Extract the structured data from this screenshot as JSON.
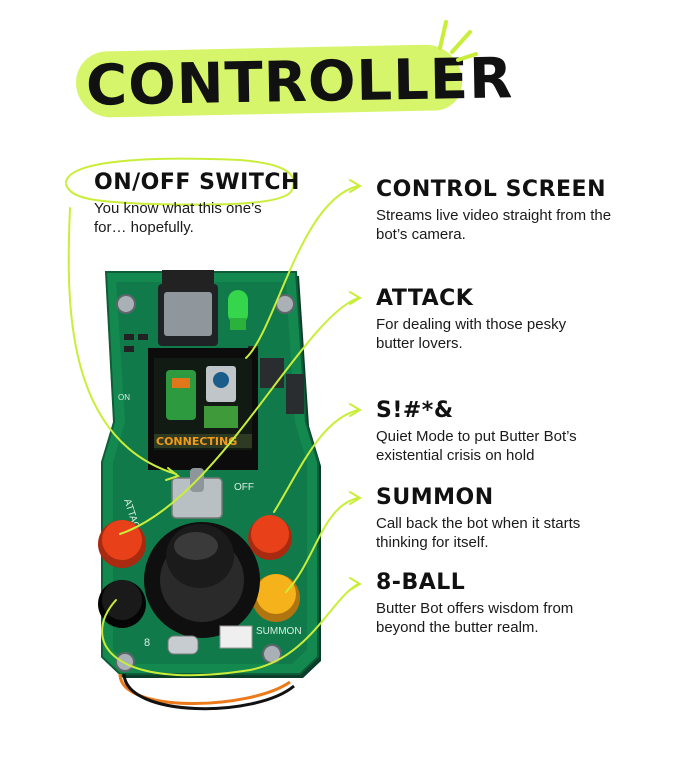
{
  "title": "CONTROLLER",
  "callouts": {
    "onoff": {
      "heading": "ON/OFF SWITCH",
      "desc": "You know what this one’s for… hopefully."
    },
    "screen": {
      "heading": "CONTROL SCREEN",
      "desc": "Streams live video straight from the bot’s camera."
    },
    "attack": {
      "heading": "ATTACK",
      "desc": "For dealing with those pesky butter lovers."
    },
    "silence": {
      "heading": "S!#*&",
      "desc": "Quiet Mode to put Butter Bot’s existential crisis on hold"
    },
    "summon": {
      "heading": "SUMMON",
      "desc": "Call back the bot when it starts thinking for itself."
    },
    "eightball": {
      "heading": "8-BALL",
      "desc": "Butter Bot offers wisdom from beyond the butter realm."
    }
  },
  "board": {
    "screen_text": "CONNECTING",
    "label_attack": "ATTACK",
    "label_off": "OFF",
    "label_on": "ON",
    "label_summon": "SUMMON",
    "label_8": "8"
  },
  "colors": {
    "highlight": "#d7f56a",
    "leader_line": "#c9ee3a",
    "pcb": "#117a4b",
    "red_button": "#e8411a",
    "yellow_button": "#f5b21a"
  }
}
